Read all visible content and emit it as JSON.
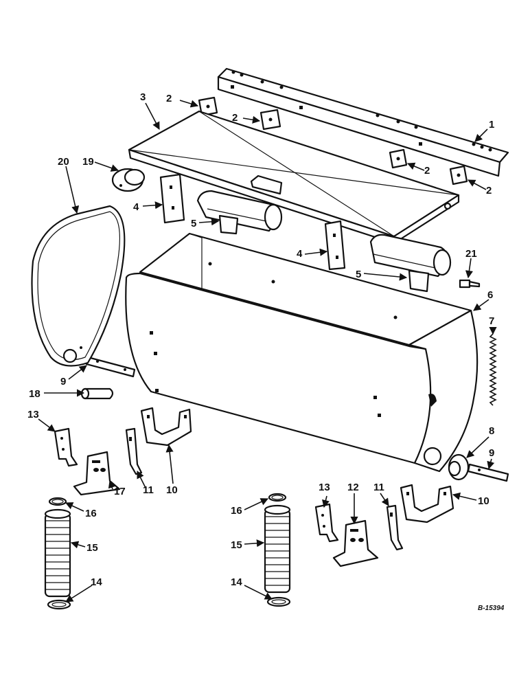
{
  "drawing_number": "B-15394",
  "callouts": {
    "c1": "1",
    "c2a": "2",
    "c2b": "2",
    "c2c": "2",
    "c2d": "2",
    "c3": "3",
    "c4a": "4",
    "c4b": "4",
    "c5a": "5",
    "c5b": "5",
    "c6": "6",
    "c7": "7",
    "c8": "8",
    "c9a": "9",
    "c9b": "9",
    "c10a": "10",
    "c10b": "10",
    "c11a": "11",
    "c11b": "11",
    "c12": "12",
    "c13a": "13",
    "c13b": "13",
    "c14a": "14",
    "c14b": "14",
    "c15a": "15",
    "c15b": "15",
    "c16a": "16",
    "c16b": "16",
    "c17": "17",
    "c18": "18",
    "c19": "19",
    "c20": "20",
    "c21": "21"
  }
}
